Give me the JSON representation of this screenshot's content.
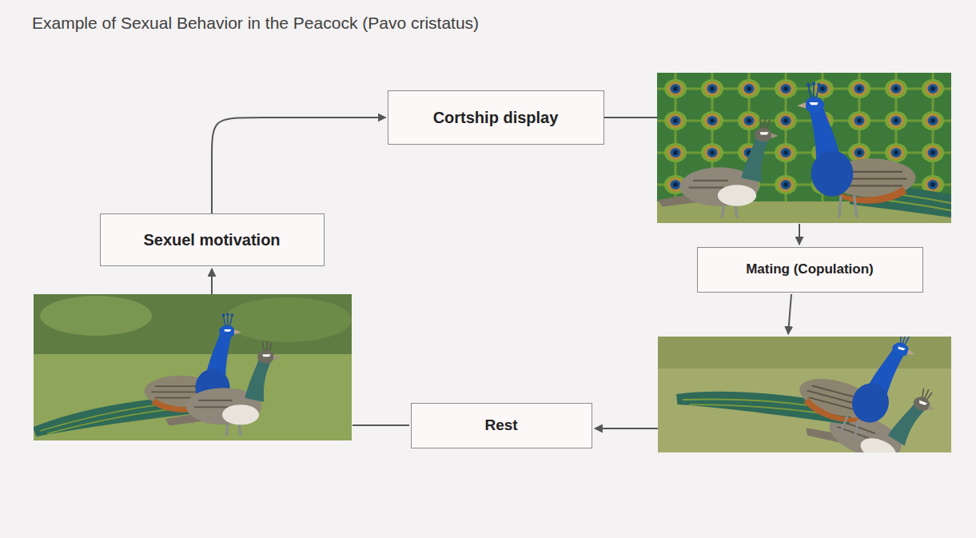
{
  "diagram": {
    "title": "Example of Sexual Behavior in the Peacock (Pavo cristatus)",
    "nodes": [
      {
        "text": [
          "Sexuel motivation"
        ]
      },
      {
        "text": [
          "Cortship display"
        ]
      },
      {
        "text": [
          "Mating (Copulation)"
        ]
      },
      {
        "text": [
          "Rest"
        ]
      }
    ],
    "edges": [
      {
        "from": 0,
        "to": 1,
        "arrow": "to"
      }
    ]
  }
}
